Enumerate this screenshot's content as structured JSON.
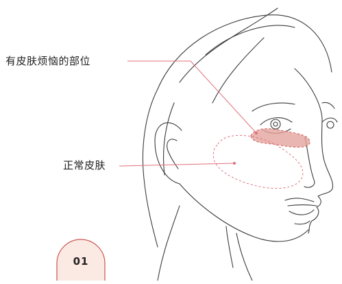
{
  "labels": {
    "problem_skin": "有皮肤烦恼的部位",
    "normal_skin": "正常皮肤"
  },
  "step": {
    "number": "01"
  },
  "colors": {
    "line": "#3a3a3a",
    "callout": "#e0707a",
    "problem_fill": "#e3a49d",
    "badge_stroke": "#c9564f"
  }
}
